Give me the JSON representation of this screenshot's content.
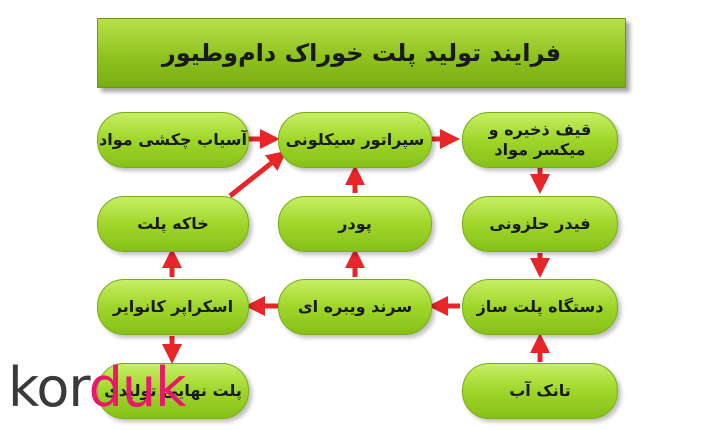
{
  "title": "فرایند تولید  پلت خوراک دام‌وطیور",
  "nodes": {
    "grinder": "آسیاب چکشی مواد",
    "cyclone": "سپراتور سیکلونی",
    "hopper": "قیف ذخیره و میکسر مواد",
    "pellet_dust": "خاکه پلت",
    "powder": "پودر",
    "screw_feeder": "فیدر حلزونی",
    "conveyor": "اسکراپر کانوایر",
    "vibrating_sieve": "سرند ویبره ای",
    "pellet_machine": "دستگاه پلت ساز",
    "final_product": "پلت نهایی تولیدی",
    "water_tank": "تانک آب"
  },
  "watermark": {
    "part1": "kor",
    "part2": "duk"
  },
  "colors": {
    "node_green": "#9fd62a",
    "arrow_red": "#e8262a",
    "watermark_pink": "#e8186a"
  }
}
